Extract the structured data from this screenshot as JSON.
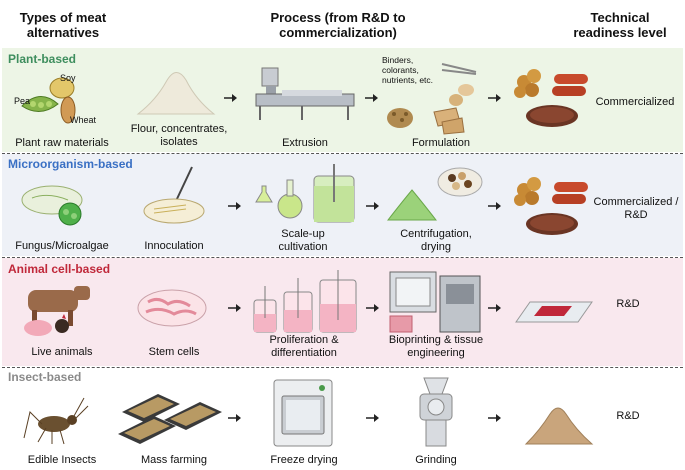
{
  "headers": {
    "col1": "Types of meat alternatives",
    "col2": "Process (from R&D to commercialization)",
    "col3": "Technical readiness level"
  },
  "rows": {
    "plant": {
      "title": "Plant-based",
      "raw": "Plant raw materials",
      "pea": "Pea",
      "soy": "Soy",
      "wheat": "Wheat",
      "flour": "Flour, concentrates, isolates",
      "extrusion": "Extrusion",
      "formulation": "Formulation",
      "binders": "Binders, colorants, nutrients, etc.",
      "trl": "Commercialized"
    },
    "micro": {
      "title": "Microorganism-based",
      "fungus": "Fungus/Microalgae",
      "innoc": "Innoculation",
      "scale": "Scale-up cultivation",
      "centri": "Centrifugation, drying",
      "trl": "Commercialized / R&D"
    },
    "animal": {
      "title": "Animal cell-based",
      "live": "Live animals",
      "stem": "Stem cells",
      "prolif": "Proliferation & differentiation",
      "bio": "Bioprinting & tissue engineering",
      "trl": "R&D"
    },
    "insect": {
      "title": "Insect-based",
      "edible": "Edible Insects",
      "mass": "Mass farming",
      "freeze": "Freeze drying",
      "grind": "Grinding",
      "trl": "R&D"
    }
  },
  "colors": {
    "plant": "#3e8e5e",
    "micro": "#3a70c4",
    "animal": "#c0283a",
    "insect": "#8a8a8a",
    "plant_bg": "#edf5e6",
    "micro_bg": "#eef1f7",
    "animal_bg": "#f9e8ee",
    "insect_bg": "#ffffff"
  }
}
